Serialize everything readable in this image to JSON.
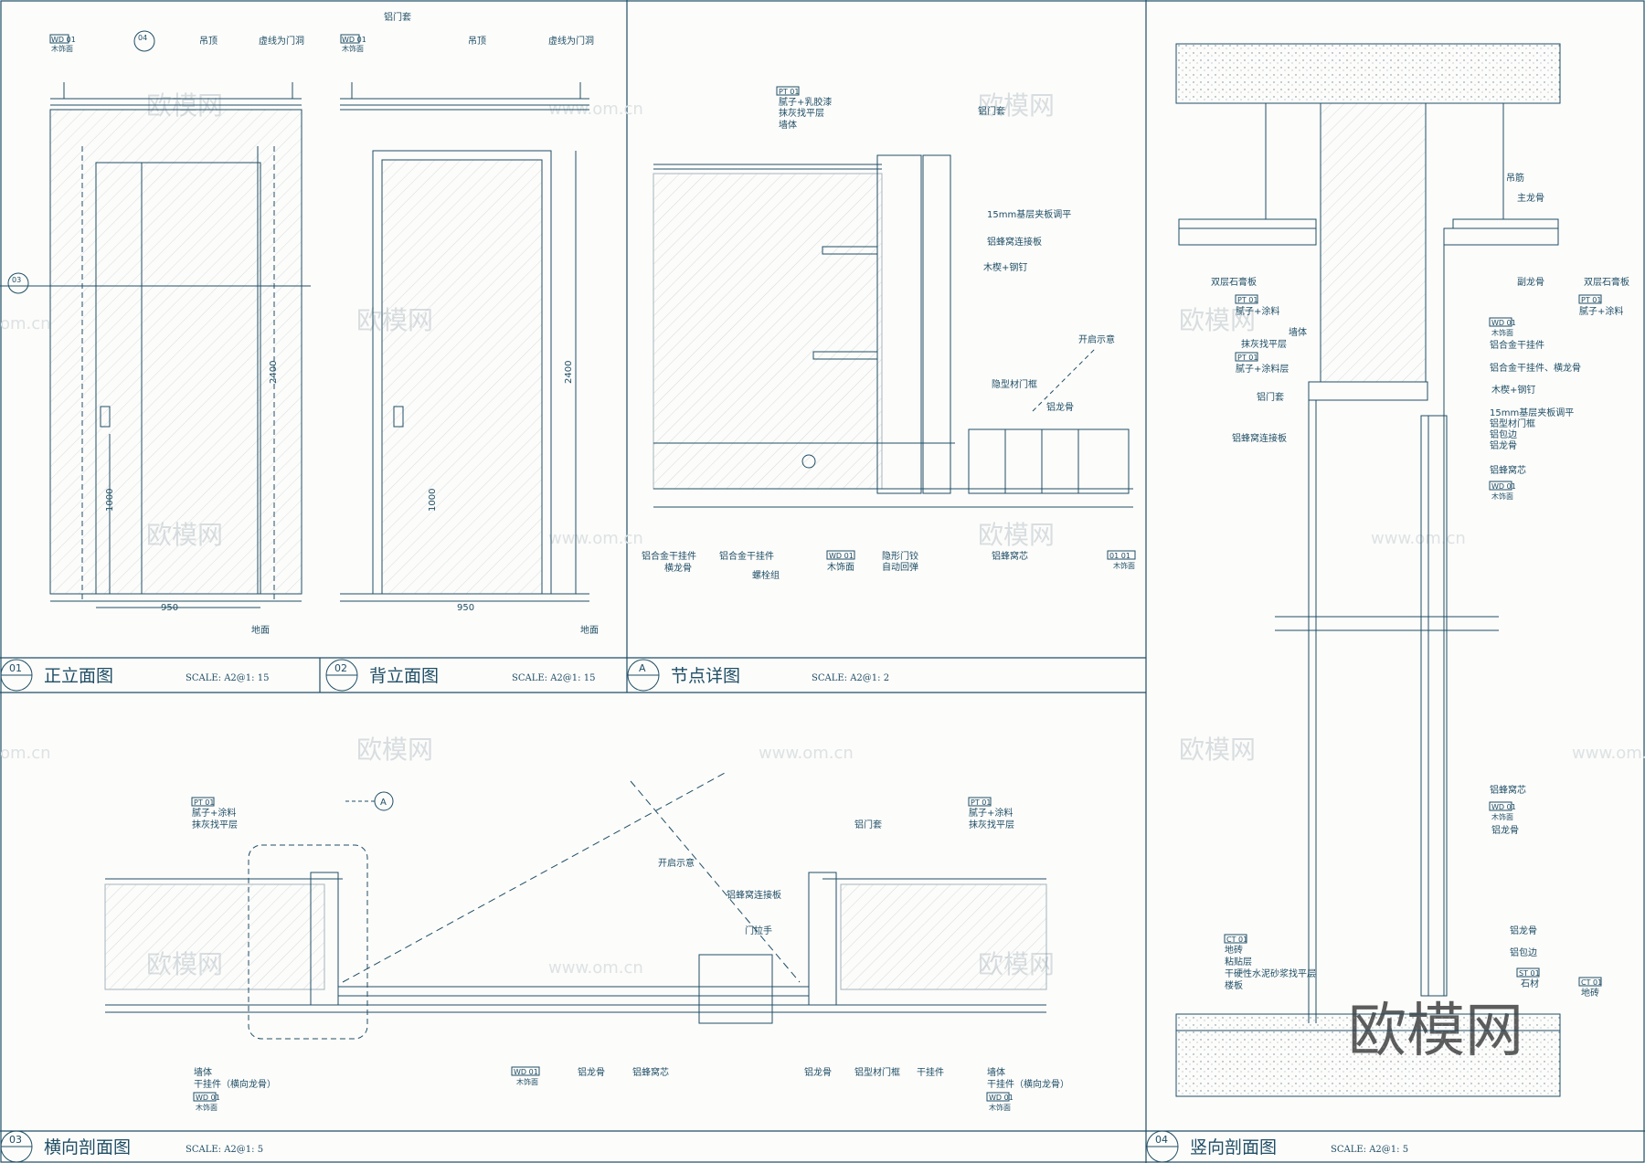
{
  "panels": {
    "p01": {
      "num": "01",
      "title": "正立面图",
      "scale": "SCALE: A2@1: 15"
    },
    "p02": {
      "num": "02",
      "title": "背立面图",
      "scale": "SCALE: A2@1: 15"
    },
    "pA": {
      "num": "A",
      "title": "节点详图",
      "scale": "SCALE: A2@1: 2"
    },
    "p03": {
      "num": "03",
      "title": "横向剖面图",
      "scale": "SCALE: A2@1: 5"
    },
    "p04": {
      "num": "04",
      "title": "竖向剖面图",
      "scale": "SCALE: A2@1: 5"
    }
  },
  "elev01": {
    "tag_code": "WD 01",
    "tag_sub": "木饰面",
    "ceiling": "吊顶",
    "dashed": "虚线为门洞",
    "width": "950",
    "height": "2400",
    "handle_h": "1000",
    "floor": "地面",
    "marker_top": "04",
    "marker_side": "03"
  },
  "elev02": {
    "top": "铝门套",
    "tag_code": "WD 01",
    "tag_sub": "木饰面",
    "ceiling": "吊顶",
    "dashed": "虚线为门洞",
    "width": "950",
    "height": "2400",
    "handle_h": "1000",
    "floor": "地面"
  },
  "nodeA": {
    "pt": "PT 01",
    "putty": "腻子+乳胶漆",
    "plaster": "抹灰找平层",
    "wall": "墙体",
    "frame": "铝门套",
    "ply": "15mm基层夹板调平",
    "honey_conn": "铝蜂窝连接板",
    "screw": "木楔+钢钉",
    "open": "开启示意",
    "alu_frame": "隐型材门框",
    "keel": "铝龙骨",
    "core": "铝蜂窝芯",
    "hanger": "铝合金干挂件",
    "hanger_keel": "横龙骨",
    "hanger2": "铝合金干挂件",
    "bolt": "螺栓组",
    "wd": "WD 01",
    "wd_sub": "木饰面",
    "hinge": "隐形门铰",
    "hinge2": "自动回弹",
    "tag2": "01 01",
    "tag2_sub": "木饰面"
  },
  "sec03": {
    "pt": "PT 01",
    "putty": "腻子+涂料",
    "plaster": "抹灰找平层",
    "node": "A",
    "open": "开启示意",
    "frame": "铝门套",
    "conn": "铝蜂窝连接板",
    "handle": "门拉手",
    "wall": "墙体",
    "hanger": "干挂件（横向龙骨）",
    "wd": "WD 01",
    "wd_sub": "木饰面",
    "keel": "铝龙骨",
    "core": "铝蜂窝芯",
    "keel2": "铝龙骨",
    "alu": "铝型材门框",
    "dry": "干挂件"
  },
  "sec04": {
    "hang": "吊筋",
    "keel_main": "主龙骨",
    "board": "双层石膏板",
    "pt": "PT 01",
    "putty": "腻子+涂料",
    "sub_keel": "副龙骨",
    "board2": "双层石膏板",
    "putty2": "腻子+涂料",
    "wall": "墙体",
    "plaster": "抹灰找平层",
    "putty3": "腻子+涂料层",
    "frame": "铝门套",
    "conn": "铝蜂窝连接板",
    "wd": "WD 01",
    "wd_sub": "木饰面",
    "hanger": "铝合金干挂件",
    "hanger2": "铝合金干挂件、横龙骨",
    "screw": "木楔+钢钉",
    "ply": "15mm基层夹板调平",
    "alu_frame": "铝型材门框",
    "alu_edge": "铝包边",
    "keel": "铝龙骨",
    "core": "铝蜂窝芯",
    "core2": "铝蜂窝芯",
    "keel2": "铝龙骨",
    "floor": "地砖",
    "mortar": "粘贴层",
    "cement": "干硬性水泥砂浆找平层",
    "slab": "楼板",
    "keel3": "铝龙骨",
    "edge2": "铝包边",
    "stone": "石材",
    "tile": "地砖",
    "st": "ST 01",
    "ct": "CT 01"
  },
  "watermark": {
    "brand": "欧模网",
    "url": "www.om.cn",
    "url2": "om.cn"
  },
  "colors": {
    "line": "#1f4e66",
    "paper": "#fcfcfa",
    "hatch": "#8fa3ae"
  }
}
